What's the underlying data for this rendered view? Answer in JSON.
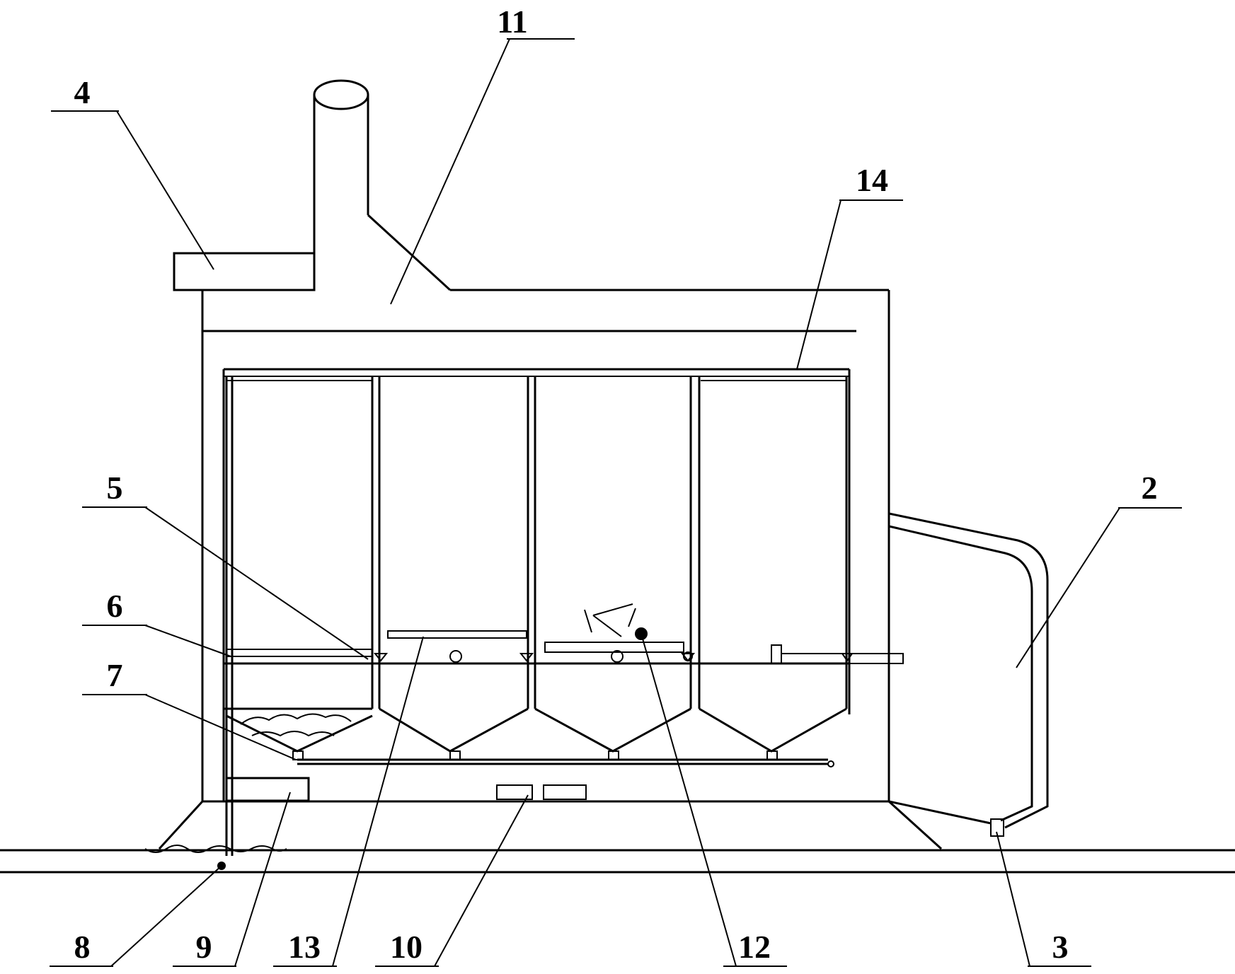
{
  "callouts": [
    {
      "id": "1",
      "text": "11"
    },
    {
      "id": "2",
      "text": "4"
    },
    {
      "id": "3",
      "text": "14"
    },
    {
      "id": "4",
      "text": "5"
    },
    {
      "id": "5",
      "text": "2"
    },
    {
      "id": "6",
      "text": "6"
    },
    {
      "id": "7",
      "text": "7"
    },
    {
      "id": "8",
      "text": "8"
    },
    {
      "id": "9",
      "text": "9"
    },
    {
      "id": "10",
      "text": "13"
    },
    {
      "id": "11",
      "text": "10"
    },
    {
      "id": "12",
      "text": "12"
    },
    {
      "id": "13",
      "text": "3"
    }
  ]
}
